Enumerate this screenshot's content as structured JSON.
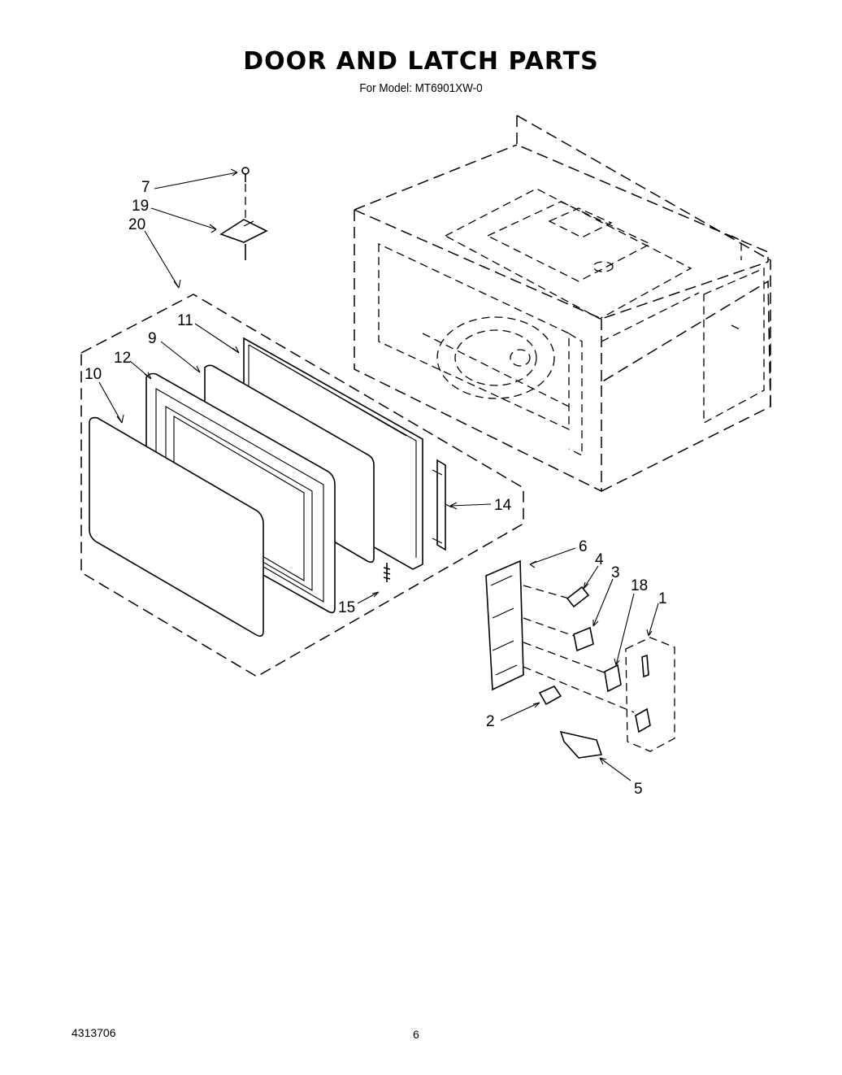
{
  "header": {
    "title": "DOOR AND LATCH PARTS",
    "subtitle": "For Model: MT6901XW-0"
  },
  "footer": {
    "doc_number": "4313706",
    "page_number": "6"
  },
  "callouts": {
    "c7": "7",
    "c19": "19",
    "c20": "20",
    "c11": "11",
    "c9": "9",
    "c12": "12",
    "c10": "10",
    "c14": "14",
    "c15": "15",
    "c6": "6",
    "c4": "4",
    "c3": "3",
    "c18": "18",
    "c1": "1",
    "c2": "2",
    "c5": "5"
  }
}
